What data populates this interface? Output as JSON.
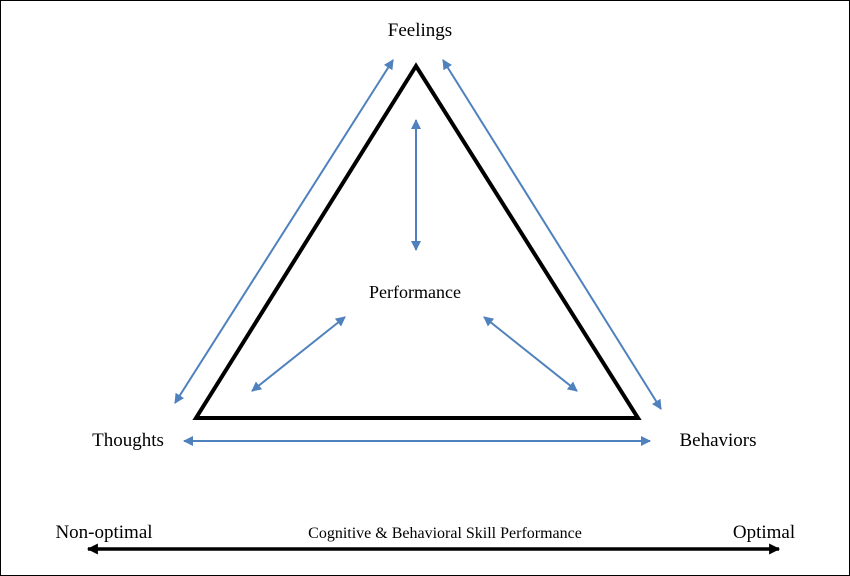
{
  "nodes": {
    "top": "Feelings",
    "left": "Thoughts",
    "right": "Behaviors",
    "center": "Performance"
  },
  "scale": {
    "left_label": "Non-optimal",
    "center_label": "Cognitive & Behavioral Skill Performance",
    "right_label": "Optimal"
  },
  "colors": {
    "arrow": "#4f81bd",
    "triangle": "#000000",
    "scale_arrow": "#000000"
  }
}
